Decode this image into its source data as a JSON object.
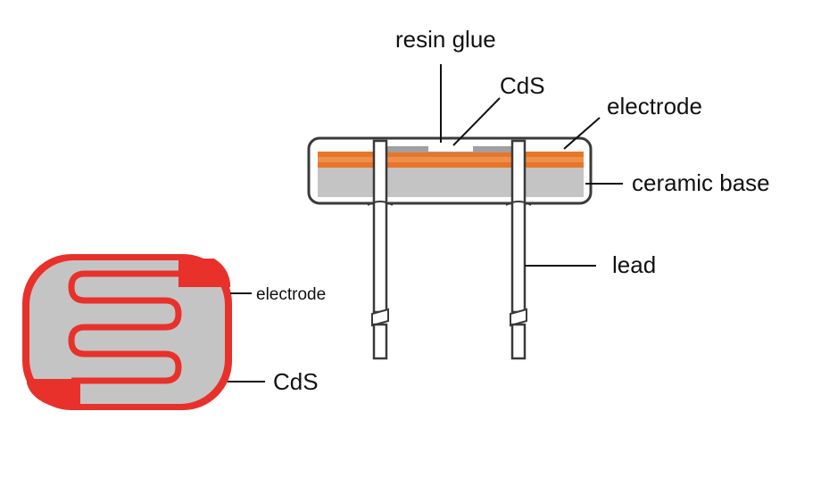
{
  "labels": {
    "resin_glue": "resin glue",
    "cds_top": "CdS",
    "electrode_top": "electrode",
    "ceramic_base": "ceramic base",
    "lead": "lead",
    "electrode_left": "electrode",
    "cds_left": "CdS"
  },
  "colors": {
    "cell_red": "#e8312a",
    "cds_gray": "#c4c4c4",
    "electrode_orange": "#e8762a",
    "outline": "#3a3a3a",
    "text": "#111111"
  }
}
